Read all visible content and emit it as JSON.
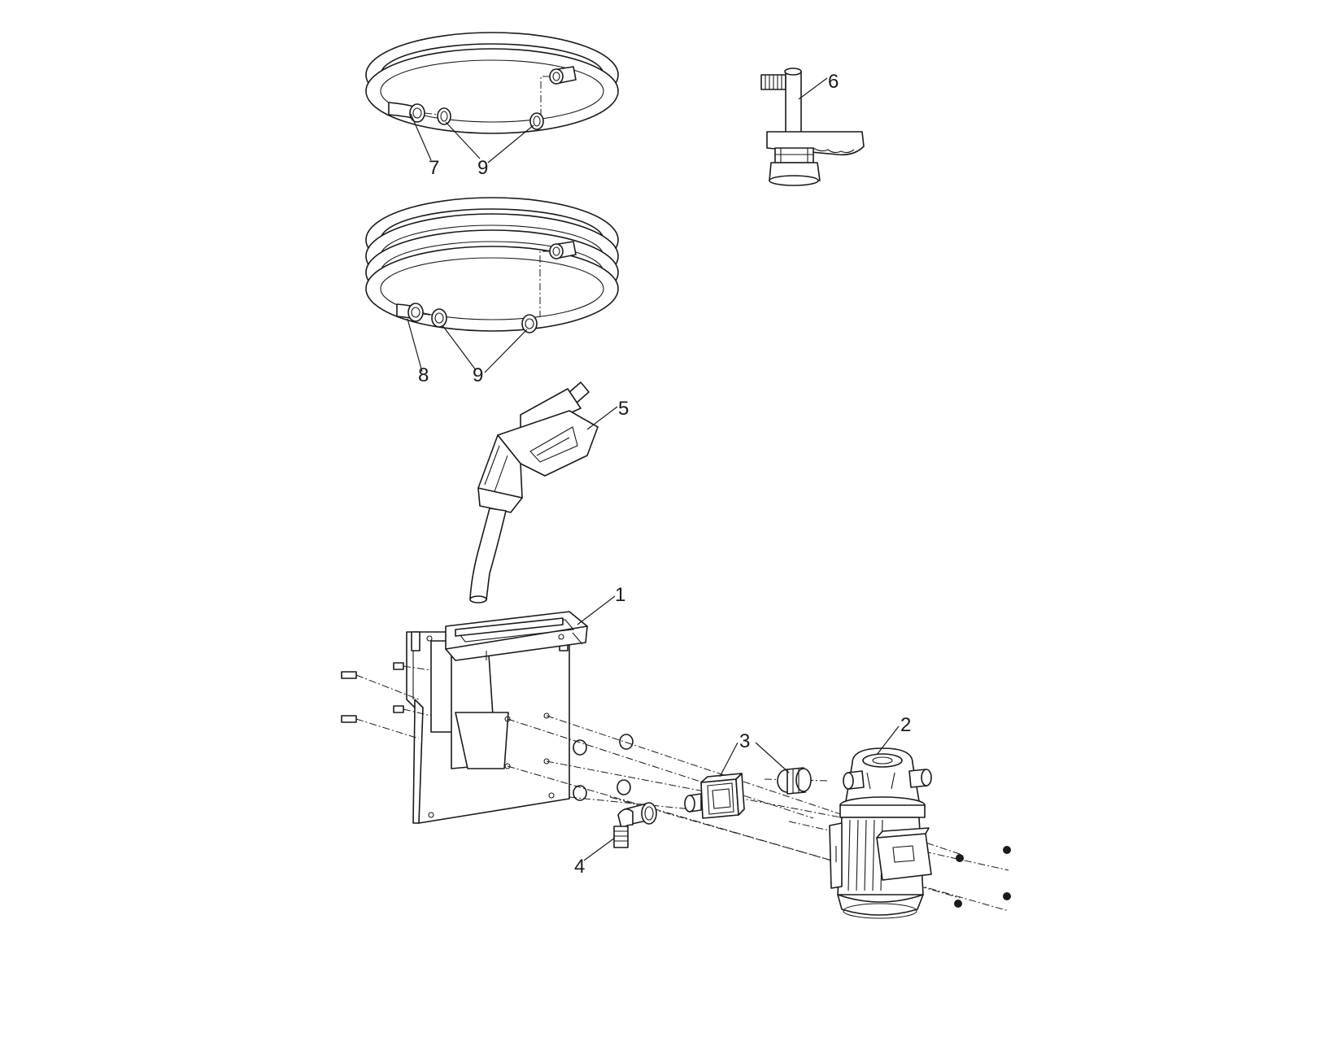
{
  "callouts": {
    "c1": "1",
    "c2": "2",
    "c3": "3",
    "c4": "4",
    "c5": "5",
    "c6": "6",
    "c7": "7",
    "c8": "8",
    "c9a": "9",
    "c9b": "9"
  },
  "parts": [
    {
      "callout": "1",
      "icon": "mounting-bracket-icon"
    },
    {
      "callout": "2",
      "icon": "electric-pump-motor-icon"
    },
    {
      "callout": "3",
      "icon": "flow-meter-and-fitting-icon"
    },
    {
      "callout": "4",
      "icon": "elbow-hose-barb-icon"
    },
    {
      "callout": "5",
      "icon": "fuel-nozzle-icon"
    },
    {
      "callout": "6",
      "icon": "suction-foot-valve-icon"
    },
    {
      "callout": "7",
      "icon": "short-hose-coil-icon"
    },
    {
      "callout": "8",
      "icon": "long-hose-coil-icon"
    },
    {
      "callout": "9",
      "icon": "hose-clamp-icon"
    }
  ],
  "colors": {
    "line": "#1a1a1a",
    "background": "#ffffff"
  }
}
